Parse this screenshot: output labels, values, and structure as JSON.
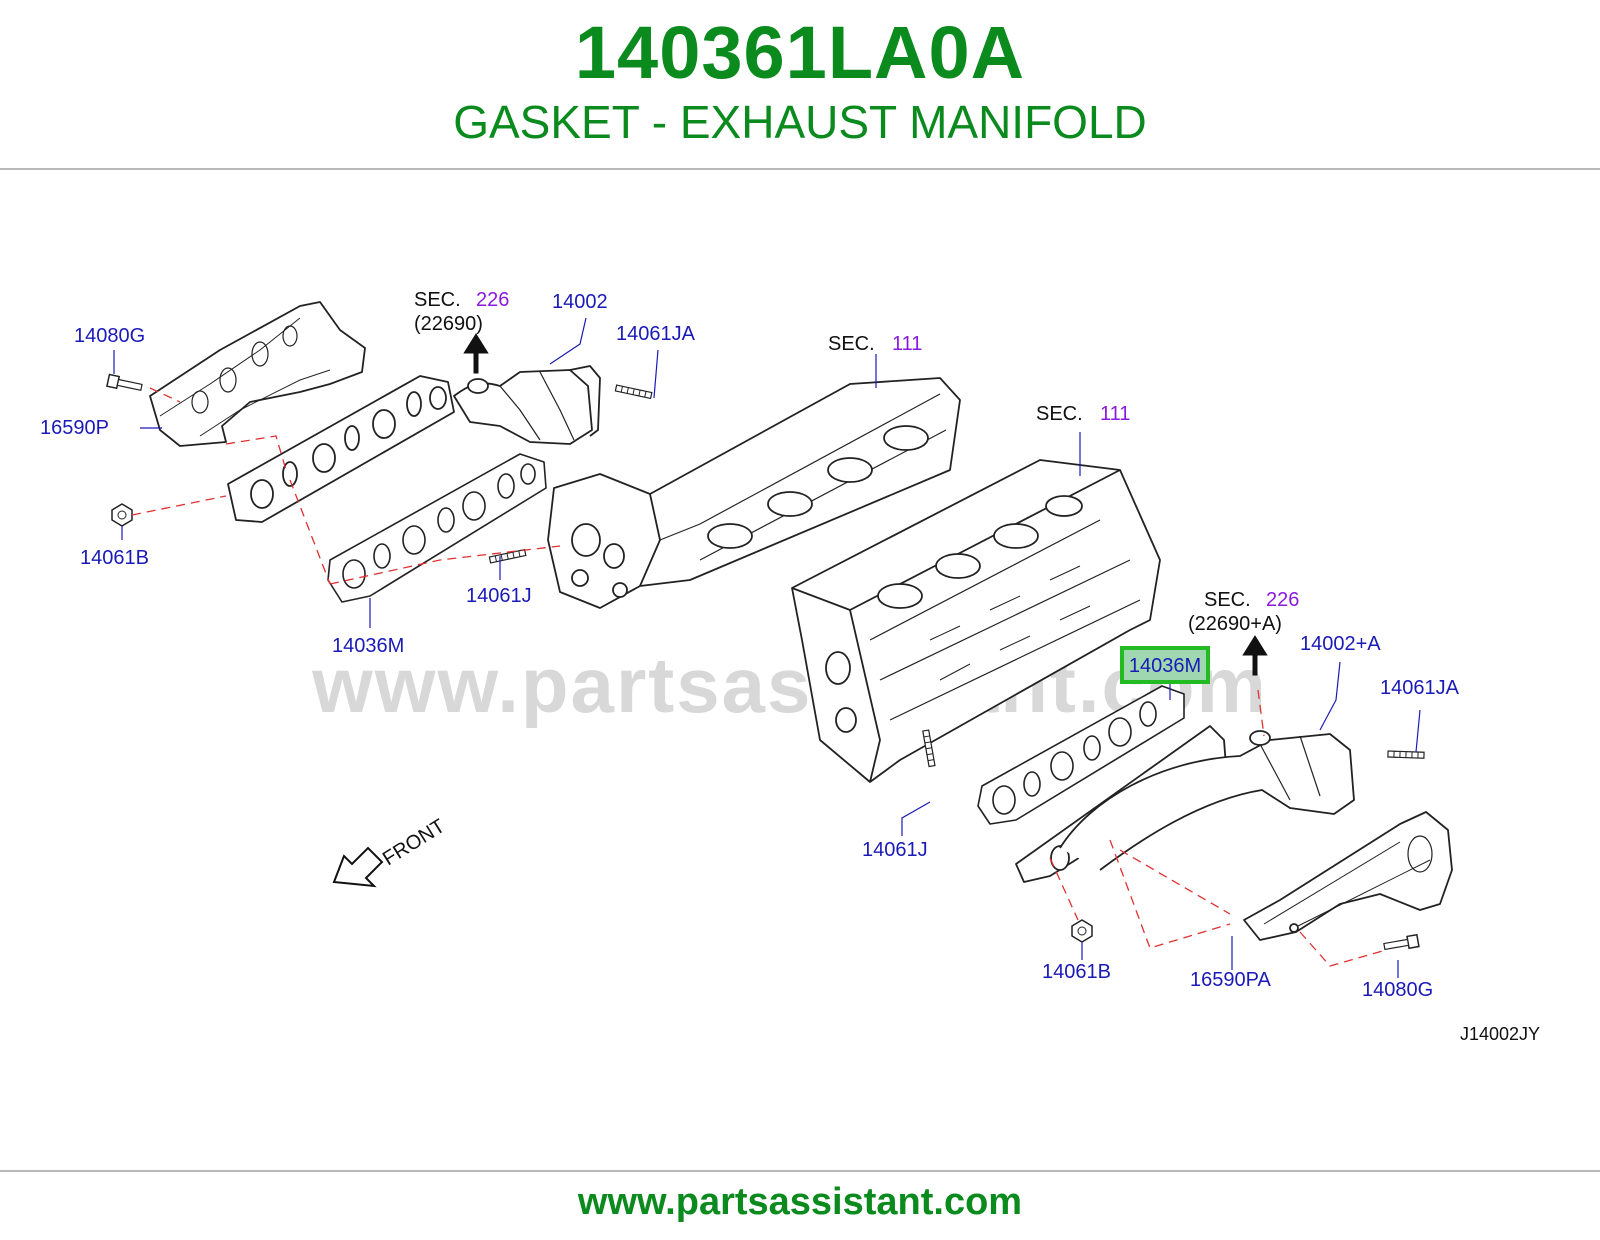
{
  "header": {
    "part_number": "140361LA0A",
    "description": "GASKET - EXHAUST MANIFOLD"
  },
  "diagram": {
    "watermark": "www.partsassistant.com",
    "drawing_code": "J14002JY",
    "front_label": "FRONT",
    "callouts": {
      "c14080G_left": "14080G",
      "c16590P": "16590P",
      "c14061B_left": "14061B",
      "c14036M_left": "14036M",
      "c14061J_left": "14061J",
      "c14002": "14002",
      "c14061JA_left": "14061JA",
      "c14036M_highlight": "14036M",
      "c14002A": "14002+A",
      "c14061JA_right": "14061JA",
      "c14061J_right": "14061J",
      "c14061B_right": "14061B",
      "c16590PA": "16590PA",
      "c14080G_right": "14080G"
    },
    "sections": {
      "sec226_left_prefix": "SEC.",
      "sec226_left_num": "226",
      "sec226_left_sub": "(22690)",
      "sec111_a_prefix": "SEC.",
      "sec111_a_num": "111",
      "sec111_b_prefix": "SEC.",
      "sec111_b_num": "111",
      "sec226_right_prefix": "SEC.",
      "sec226_right_num": "226",
      "sec226_right_sub": "(22690+A)"
    },
    "colors": {
      "callout_blue": "#1a1ab8",
      "section_purple": "#8a1ae0",
      "highlight_green": "#22bb22",
      "highlight_fill": "#9fd8b0",
      "dash_red": "#e03030"
    }
  },
  "footer": {
    "url": "www.partsassistant.com"
  }
}
